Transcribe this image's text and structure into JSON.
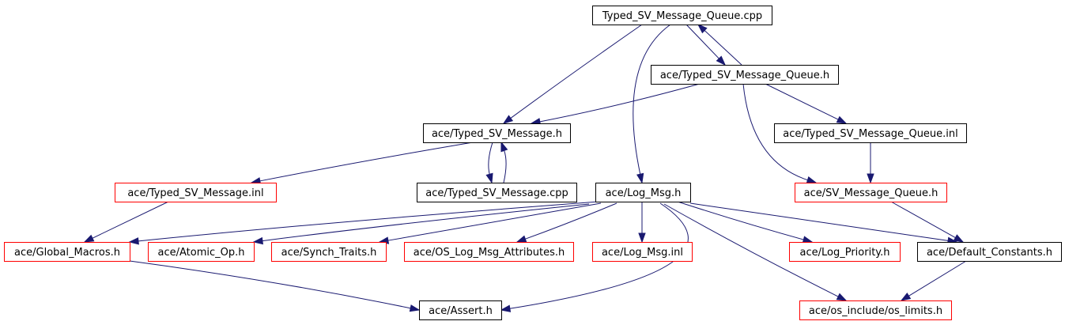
{
  "colors": {
    "root_fill": "#bfbfbf",
    "documented_border": "#000000",
    "undocumented_border": "#ff0000",
    "edge": "#191970"
  },
  "nodes": [
    {
      "id": "n0",
      "label": "Typed_SV_Message_Queue.cpp",
      "kind": "root"
    },
    {
      "id": "n1",
      "label": "ace/Typed_SV_Message_Queue.h",
      "kind": "documented"
    },
    {
      "id": "n2",
      "label": "ace/Typed_SV_Message.h",
      "kind": "documented"
    },
    {
      "id": "n3",
      "label": "ace/Typed_SV_Message_Queue.inl",
      "kind": "documented"
    },
    {
      "id": "n4",
      "label": "ace/Typed_SV_Message.inl",
      "kind": "undocumented"
    },
    {
      "id": "n5",
      "label": "ace/Typed_SV_Message.cpp",
      "kind": "documented"
    },
    {
      "id": "n6",
      "label": "ace/Log_Msg.h",
      "kind": "documented"
    },
    {
      "id": "n7",
      "label": "ace/SV_Message_Queue.h",
      "kind": "undocumented"
    },
    {
      "id": "n8",
      "label": "ace/Global_Macros.h",
      "kind": "undocumented"
    },
    {
      "id": "n9",
      "label": "ace/Atomic_Op.h",
      "kind": "undocumented"
    },
    {
      "id": "n10",
      "label": "ace/Synch_Traits.h",
      "kind": "undocumented"
    },
    {
      "id": "n11",
      "label": "ace/OS_Log_Msg_Attributes.h",
      "kind": "undocumented"
    },
    {
      "id": "n12",
      "label": "ace/Log_Msg.inl",
      "kind": "undocumented"
    },
    {
      "id": "n13",
      "label": "ace/Log_Priority.h",
      "kind": "undocumented"
    },
    {
      "id": "n14",
      "label": "ace/Default_Constants.h",
      "kind": "documented"
    },
    {
      "id": "n15",
      "label": "ace/Assert.h",
      "kind": "documented"
    },
    {
      "id": "n16",
      "label": "ace/os_include/os_limits.h",
      "kind": "undocumented"
    }
  ],
  "edges": [
    {
      "from": "n0",
      "to": "n1"
    },
    {
      "from": "n1",
      "to": "n0"
    },
    {
      "from": "n0",
      "to": "n2"
    },
    {
      "from": "n0",
      "to": "n6"
    },
    {
      "from": "n1",
      "to": "n2"
    },
    {
      "from": "n1",
      "to": "n3"
    },
    {
      "from": "n1",
      "to": "n7"
    },
    {
      "from": "n2",
      "to": "n4"
    },
    {
      "from": "n2",
      "to": "n5"
    },
    {
      "from": "n5",
      "to": "n2"
    },
    {
      "from": "n3",
      "to": "n7"
    },
    {
      "from": "n4",
      "to": "n8"
    },
    {
      "from": "n6",
      "to": "n8"
    },
    {
      "from": "n6",
      "to": "n9"
    },
    {
      "from": "n6",
      "to": "n10"
    },
    {
      "from": "n6",
      "to": "n11"
    },
    {
      "from": "n6",
      "to": "n12"
    },
    {
      "from": "n6",
      "to": "n13"
    },
    {
      "from": "n6",
      "to": "n14"
    },
    {
      "from": "n6",
      "to": "n15"
    },
    {
      "from": "n6",
      "to": "n16"
    },
    {
      "from": "n7",
      "to": "n14"
    },
    {
      "from": "n8",
      "to": "n15"
    },
    {
      "from": "n14",
      "to": "n16"
    }
  ]
}
